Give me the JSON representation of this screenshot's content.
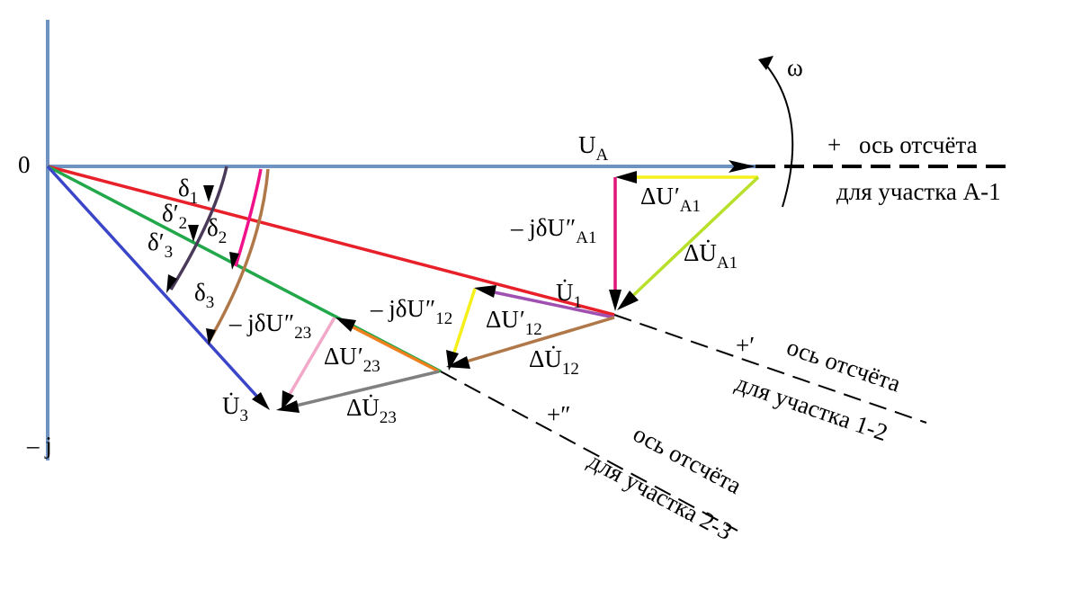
{
  "labels": {
    "origin": "0",
    "neg_j": "– j",
    "omega": "ω",
    "ua_main": "U",
    "ua_sub": "A",
    "plus_a1": "+",
    "axis_a1_line1": "ось отсчёта",
    "axis_a1_line2": "для участка А-1",
    "du_a1_prime": "ΔU",
    "du_a1_prime_sub": "A1",
    "mjdu_a1": "– jδU",
    "mjdu_a1_sub": "A1",
    "du_a1": "ΔU̇",
    "du_a1_sub": "A1",
    "u1": "U̇",
    "u1_sub": "1",
    "mjdu_12": "– jδU",
    "mjdu_12_sub": "12",
    "du_12_prime": "ΔU",
    "du_12_prime_sub": "12",
    "du_12": "ΔU̇",
    "du_12_sub": "12",
    "plus_12": "+′",
    "axis_12_line1": "ось отсчёта",
    "axis_12_line2": "для участка 1-2",
    "mjdu_23": "– jδU",
    "mjdu_23_sub": "23",
    "du_23_prime": "ΔU",
    "du_23_prime_sub": "23",
    "du_23": "ΔU̇",
    "du_23_sub": "23",
    "u3": "U̇",
    "u3_sub": "3",
    "plus_23": "+″",
    "axis_23_line1": "ось отсчёта",
    "axis_23_line2": "для участка 2-3",
    "delta1": "δ",
    "delta1_sub": "1",
    "delta2p": "δ′",
    "delta2p_sub": "2",
    "delta2": "δ",
    "delta2_sub": "2",
    "delta3p": "δ′",
    "delta3p_sub": "3",
    "delta3": "δ",
    "delta3_sub": "3"
  },
  "colors": {
    "axes": "#6f93c1",
    "ua": "#6f93c1",
    "u1": "#e8202a",
    "u2": "#22a84a",
    "u3": "#3b45c8",
    "du_a1_prime": "#f5f01a",
    "mjdu_a1": "#e0157a",
    "du_a1": "#b8e02a",
    "du_12_prime": "#a050b0",
    "mjdu_12": "#f5f01a",
    "du_12": "#b07848",
    "du_23_prime": "#f07f1e",
    "mjdu_23": "#f2a8c8",
    "du_23": "#808080",
    "arc_delta1": "#4a3a5a",
    "arc_delta2": "#f0108a",
    "arc_delta3": "#b07848"
  }
}
